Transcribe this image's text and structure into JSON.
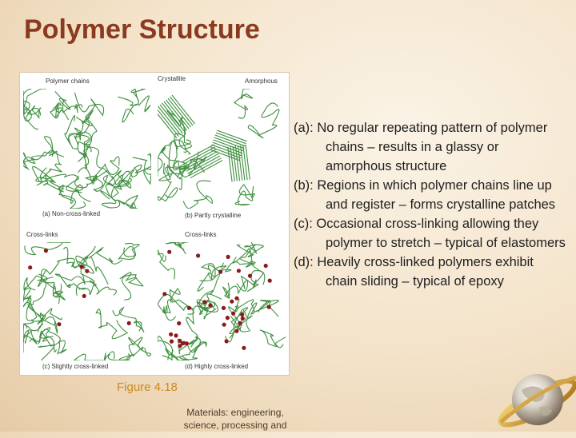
{
  "slide": {
    "title": "Polymer Structure",
    "figure": {
      "labels": {
        "polymer_chain": "Polymer chains",
        "crystallite": "Crystallite",
        "amorphous": "Amorphous",
        "cross_links_c": "Cross-links",
        "cross_links_d": "Cross-links",
        "a": "(a) Non-cross-linked",
        "b": "(b) Partly crystalline",
        "c": "(c) Slightly cross-linked",
        "d": "(d) Highly cross-linked"
      },
      "caption": "Figure 4.18",
      "credit": "Materials: engineering, science, processing and"
    },
    "descriptions": [
      "(a): No regular repeating pattern of polymer chains – results in a glassy or amorphous structure",
      "(b): Regions in which polymer chains line up and register – forms crystalline patches",
      "(c): Occasional cross-linking allowing they polymer to stretch – typical of elastomers",
      "(d): Heavily cross-linked polymers exhibit chain sliding – typical of epoxy"
    ],
    "colors": {
      "title": "#8b3a1f",
      "caption": "#c98a1b",
      "chain": "#3f8f3f",
      "crosslink": "#8b1a1a"
    }
  }
}
